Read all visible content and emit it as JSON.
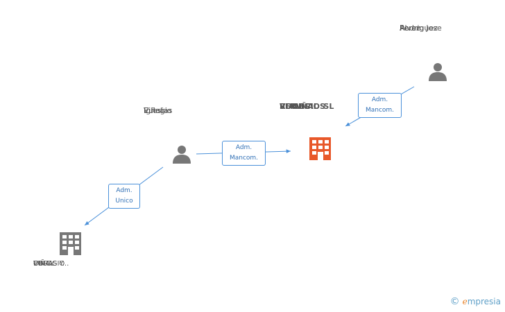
{
  "nodes": {
    "rodriguez": {
      "lines": [
        "Rodriguez",
        "Perez",
        "Alvaro Jose"
      ],
      "type": "person"
    },
    "vinal": {
      "lines": [
        "Viñal",
        "Iglesias",
        "Eulogio"
      ],
      "type": "person"
    },
    "servicios": {
      "lines": [
        "SERVICIOS",
        "VIALES",
        "RODIÑAL  SL"
      ],
      "type": "company",
      "highlight": true
    },
    "eulogio_obras": {
      "lines": [
        "EULOGIO",
        "VIÑAL",
        "OBRAS Y..."
      ],
      "type": "company"
    }
  },
  "edges": {
    "rodriguez_to_servicios": {
      "lines": [
        "Adm.",
        "Mancom."
      ]
    },
    "vinal_to_servicios": {
      "lines": [
        "Adm.",
        "Mancom."
      ]
    },
    "vinal_to_eulogio": {
      "lines": [
        "Adm.",
        "Unico"
      ]
    }
  },
  "colors": {
    "person_icon": "#777777",
    "company_icon": "#777777",
    "company_highlight": "#e8582a",
    "edge": "#4a90d9"
  },
  "brand": {
    "copyright_symbol": "©",
    "initial": "e",
    "rest": "mpresia"
  }
}
